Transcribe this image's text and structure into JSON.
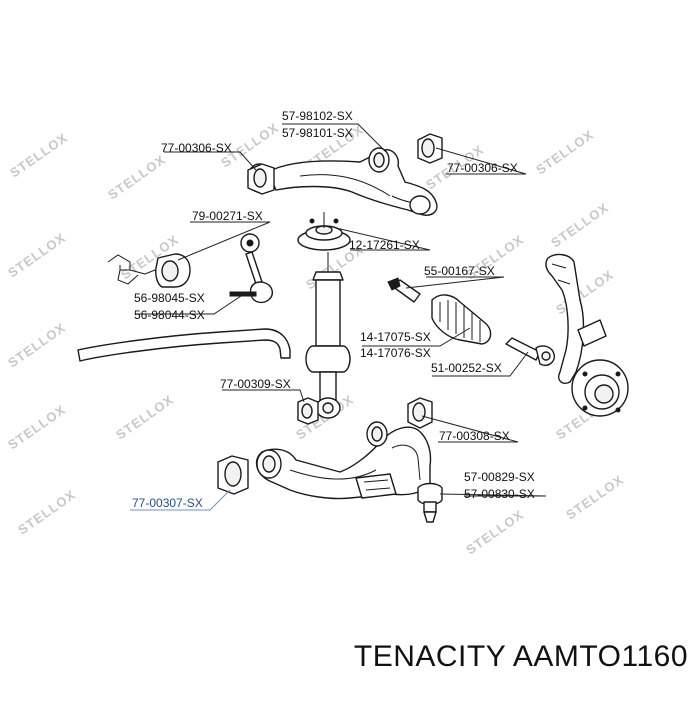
{
  "watermark": "STELLOX",
  "labels": {
    "upper_arm_a": "57-98102-SX",
    "upper_arm_b": "57-98101-SX",
    "upper_bush_left": "77-00306-SX",
    "upper_bush_right": "77-00306-SX",
    "stab_bush": "79-00271-SX",
    "strut_mount": "12-17261-SX",
    "tie_rod_inner": "55-00167-SX",
    "link_a": "56-98045-SX",
    "link_b": "56-98044-SX",
    "boot_a": "14-17075-SX",
    "boot_b": "14-17076-SX",
    "tie_rod_end": "51-00252-SX",
    "shock_bush": "77-00309-SX",
    "lower_bush_front": "77-00308-SX",
    "ball_joint_a": "57-00829-SX",
    "ball_joint_b": "57-00830-SX",
    "lower_bush_rear": "77-00307-SX"
  },
  "footer": {
    "title": "TENACITY AAMTO1160"
  }
}
